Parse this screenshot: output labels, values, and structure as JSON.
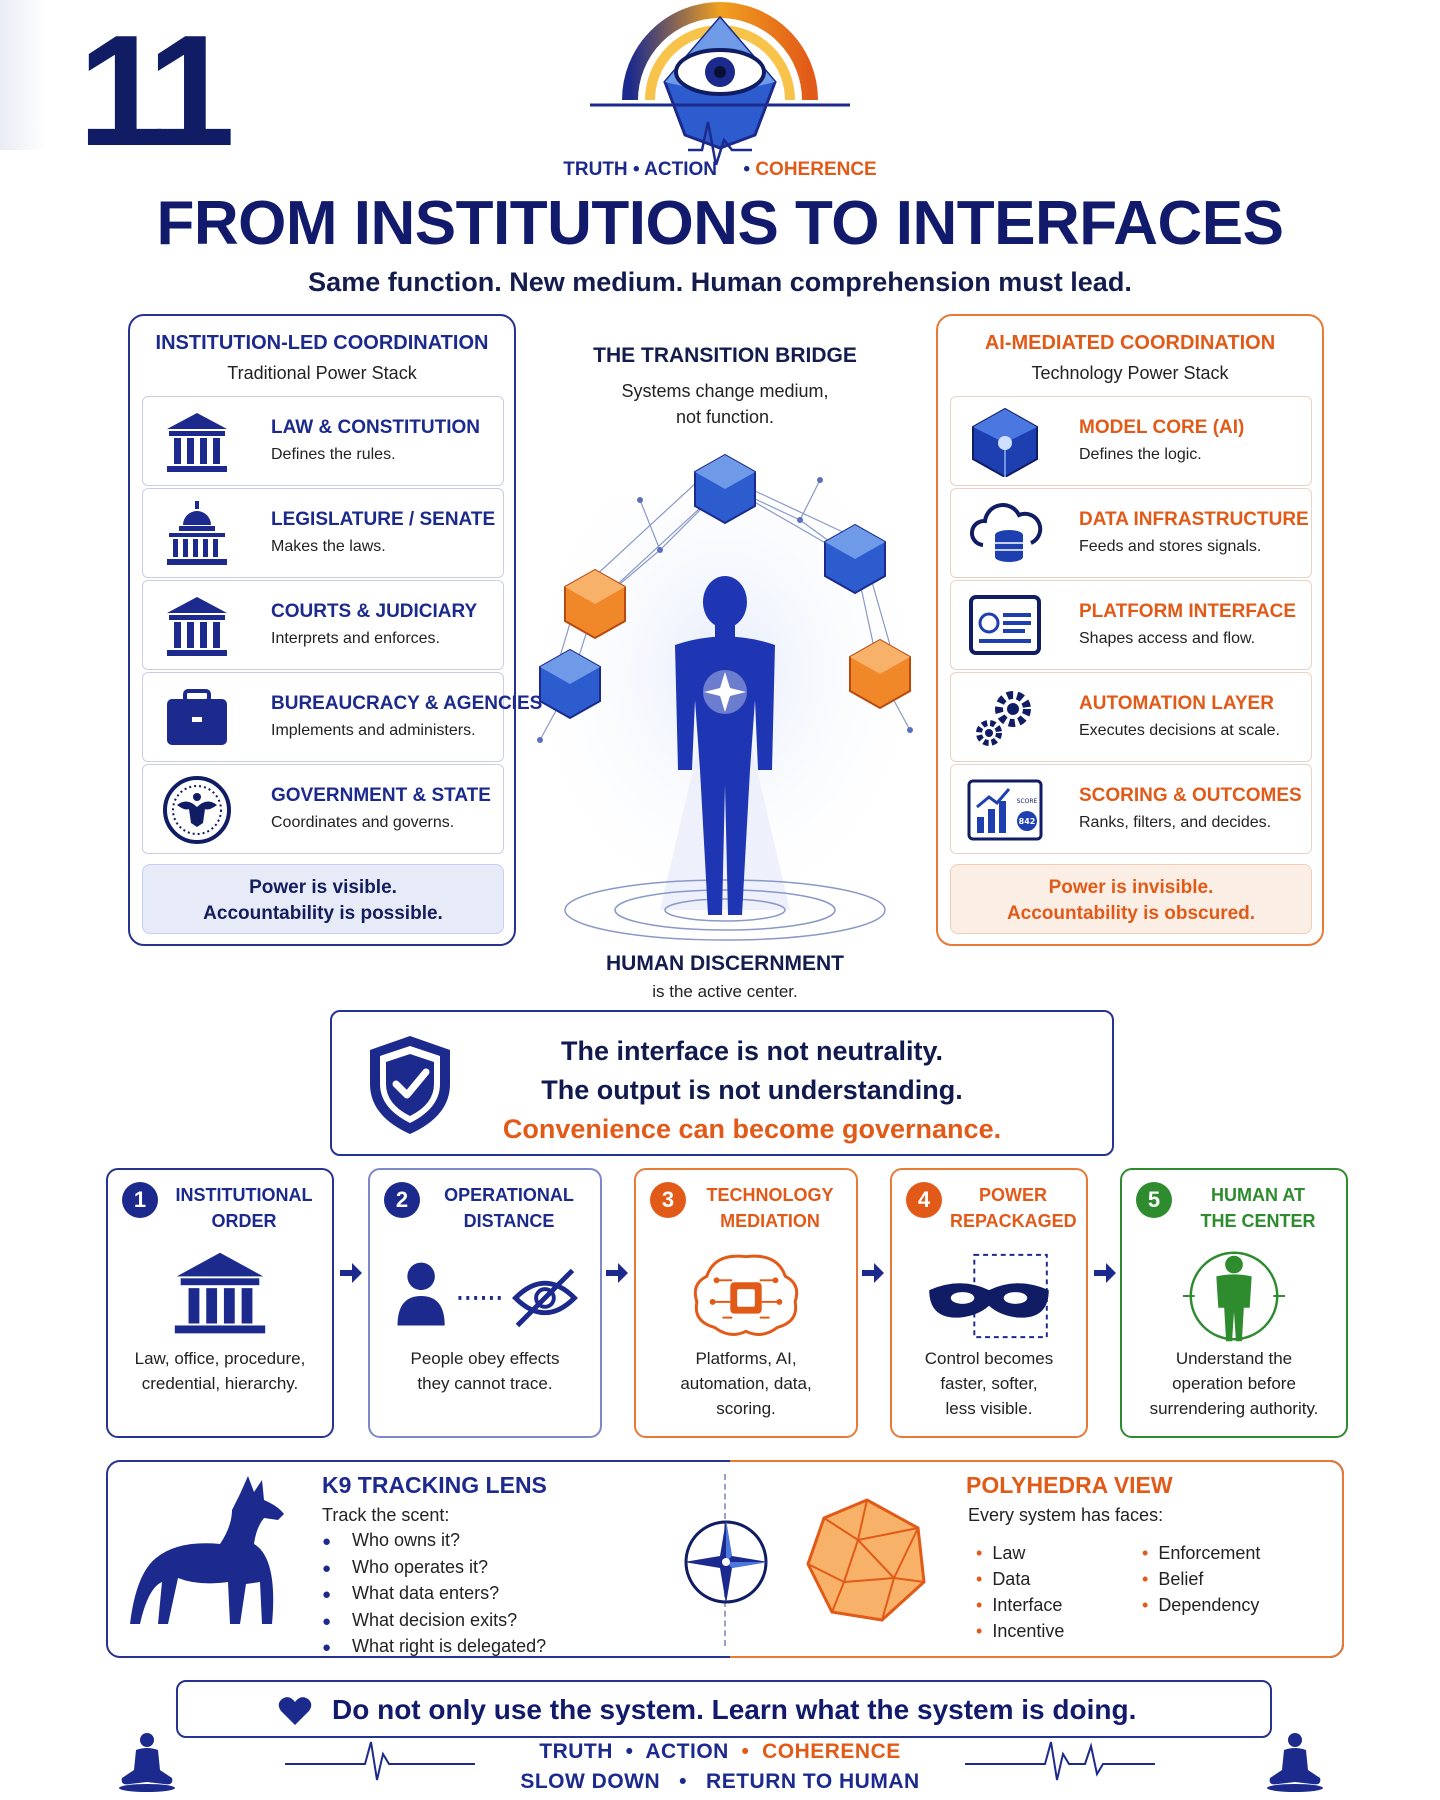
{
  "header": {
    "number": "11",
    "tagline": {
      "truth": "TRUTH",
      "action": "ACTION",
      "coherence": "COHERENCE"
    },
    "title": "FROM INSTITUTIONS TO INTERFACES",
    "subtitle": "Same function. New medium. Human comprehension must lead."
  },
  "left_panel": {
    "title": "INSTITUTION-LED COORDINATION",
    "subtitle": "Traditional Power Stack",
    "items": [
      {
        "title": "LAW & CONSTITUTION",
        "desc": "Defines the rules.",
        "icon": "courthouse-icon"
      },
      {
        "title": "LEGISLATURE / SENATE",
        "desc": "Makes the laws.",
        "icon": "capitol-dome-icon"
      },
      {
        "title": "COURTS & JUDICIARY",
        "desc": "Interprets and enforces.",
        "icon": "courthouse-icon"
      },
      {
        "title": "BUREAUCRACY & AGENCIES",
        "desc": "Implements and administers.",
        "icon": "briefcase-icon"
      },
      {
        "title": "GOVERNMENT & STATE",
        "desc": "Coordinates and governs.",
        "icon": "seal-icon"
      }
    ],
    "footer_line1": "Power is visible.",
    "footer_line2": "Accountability is possible."
  },
  "bridge": {
    "title": "THE TRANSITION BRIDGE",
    "line1": "Systems change medium,",
    "line2": "not function.",
    "human_title": "HUMAN DISCERNMENT",
    "human_sub": "is the active center."
  },
  "right_panel": {
    "title": "AI-MEDIATED COORDINATION",
    "subtitle": "Technology Power Stack",
    "items": [
      {
        "title": "MODEL CORE (AI)",
        "desc": "Defines the logic.",
        "icon": "polyhedron-icon"
      },
      {
        "title": "DATA INFRASTRUCTURE",
        "desc": "Feeds and stores signals.",
        "icon": "cloud-database-icon"
      },
      {
        "title": "PLATFORM INTERFACE",
        "desc": "Shapes access and flow.",
        "icon": "dashboard-icon"
      },
      {
        "title": "AUTOMATION LAYER",
        "desc": "Executes decisions at scale.",
        "icon": "gears-icon"
      },
      {
        "title": "SCORING & OUTCOMES",
        "desc": "Ranks, filters, and decides.",
        "icon": "score-chart-icon",
        "badge_label": "SCORE",
        "badge_value": "842"
      }
    ],
    "footer_line1": "Power is invisible.",
    "footer_line2": "Accountability is obscured."
  },
  "callout": {
    "line1": "The interface is not neutrality.",
    "line2": "The output is not understanding.",
    "line3": "Convenience can become governance."
  },
  "steps": [
    {
      "num": "1",
      "title_a": "INSTITUTIONAL",
      "title_b": "ORDER",
      "desc_a": "Law, office, procedure,",
      "desc_b": "credential, hierarchy.",
      "desc_c": ""
    },
    {
      "num": "2",
      "title_a": "OPERATIONAL",
      "title_b": "DISTANCE",
      "desc_a": "People obey effects",
      "desc_b": "they cannot trace.",
      "desc_c": ""
    },
    {
      "num": "3",
      "title_a": "TECHNOLOGY",
      "title_b": "MEDIATION",
      "desc_a": "Platforms, AI,",
      "desc_b": "automation, data,",
      "desc_c": "scoring."
    },
    {
      "num": "4",
      "title_a": "POWER",
      "title_b": "REPACKAGED",
      "desc_a": "Control becomes",
      "desc_b": "faster, softer,",
      "desc_c": "less visible."
    },
    {
      "num": "5",
      "title_a": "HUMAN AT",
      "title_b": "THE CENTER",
      "desc_a": "Understand the",
      "desc_b": "operation before",
      "desc_c": "surrendering authority."
    }
  ],
  "k9": {
    "title": "K9 TRACKING LENS",
    "sub": "Track the scent:",
    "questions": [
      "Who owns it?",
      "Who operates it?",
      "What data enters?",
      "What decision exits?",
      "What right is delegated?"
    ]
  },
  "polyhedra": {
    "title": "POLYHEDRA VIEW",
    "sub": "Every system has faces:",
    "faces_col1": [
      "Law",
      "Data",
      "Interface",
      "Incentive"
    ],
    "faces_col2": [
      "Enforcement",
      "Belief",
      "Dependency"
    ]
  },
  "banner": {
    "text": "Do not only use the system. Learn what the system is doing."
  },
  "footer": {
    "truth": "TRUTH",
    "action": "ACTION",
    "coherence": "COHERENCE",
    "slow": "SLOW DOWN",
    "return": "RETURN TO HUMAN"
  },
  "colors": {
    "navy": "#1b2a8c",
    "orange": "#e25a18",
    "green": "#2e8b2e"
  }
}
